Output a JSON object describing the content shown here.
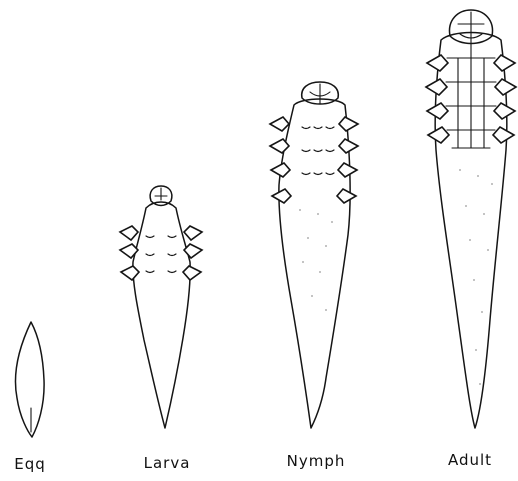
{
  "figure": {
    "stages": [
      {
        "id": "egg",
        "label": "Eqq"
      },
      {
        "id": "larva",
        "label": "Larva"
      },
      {
        "id": "nymph",
        "label": "Nymph"
      },
      {
        "id": "adult",
        "label": "Adult"
      }
    ]
  }
}
